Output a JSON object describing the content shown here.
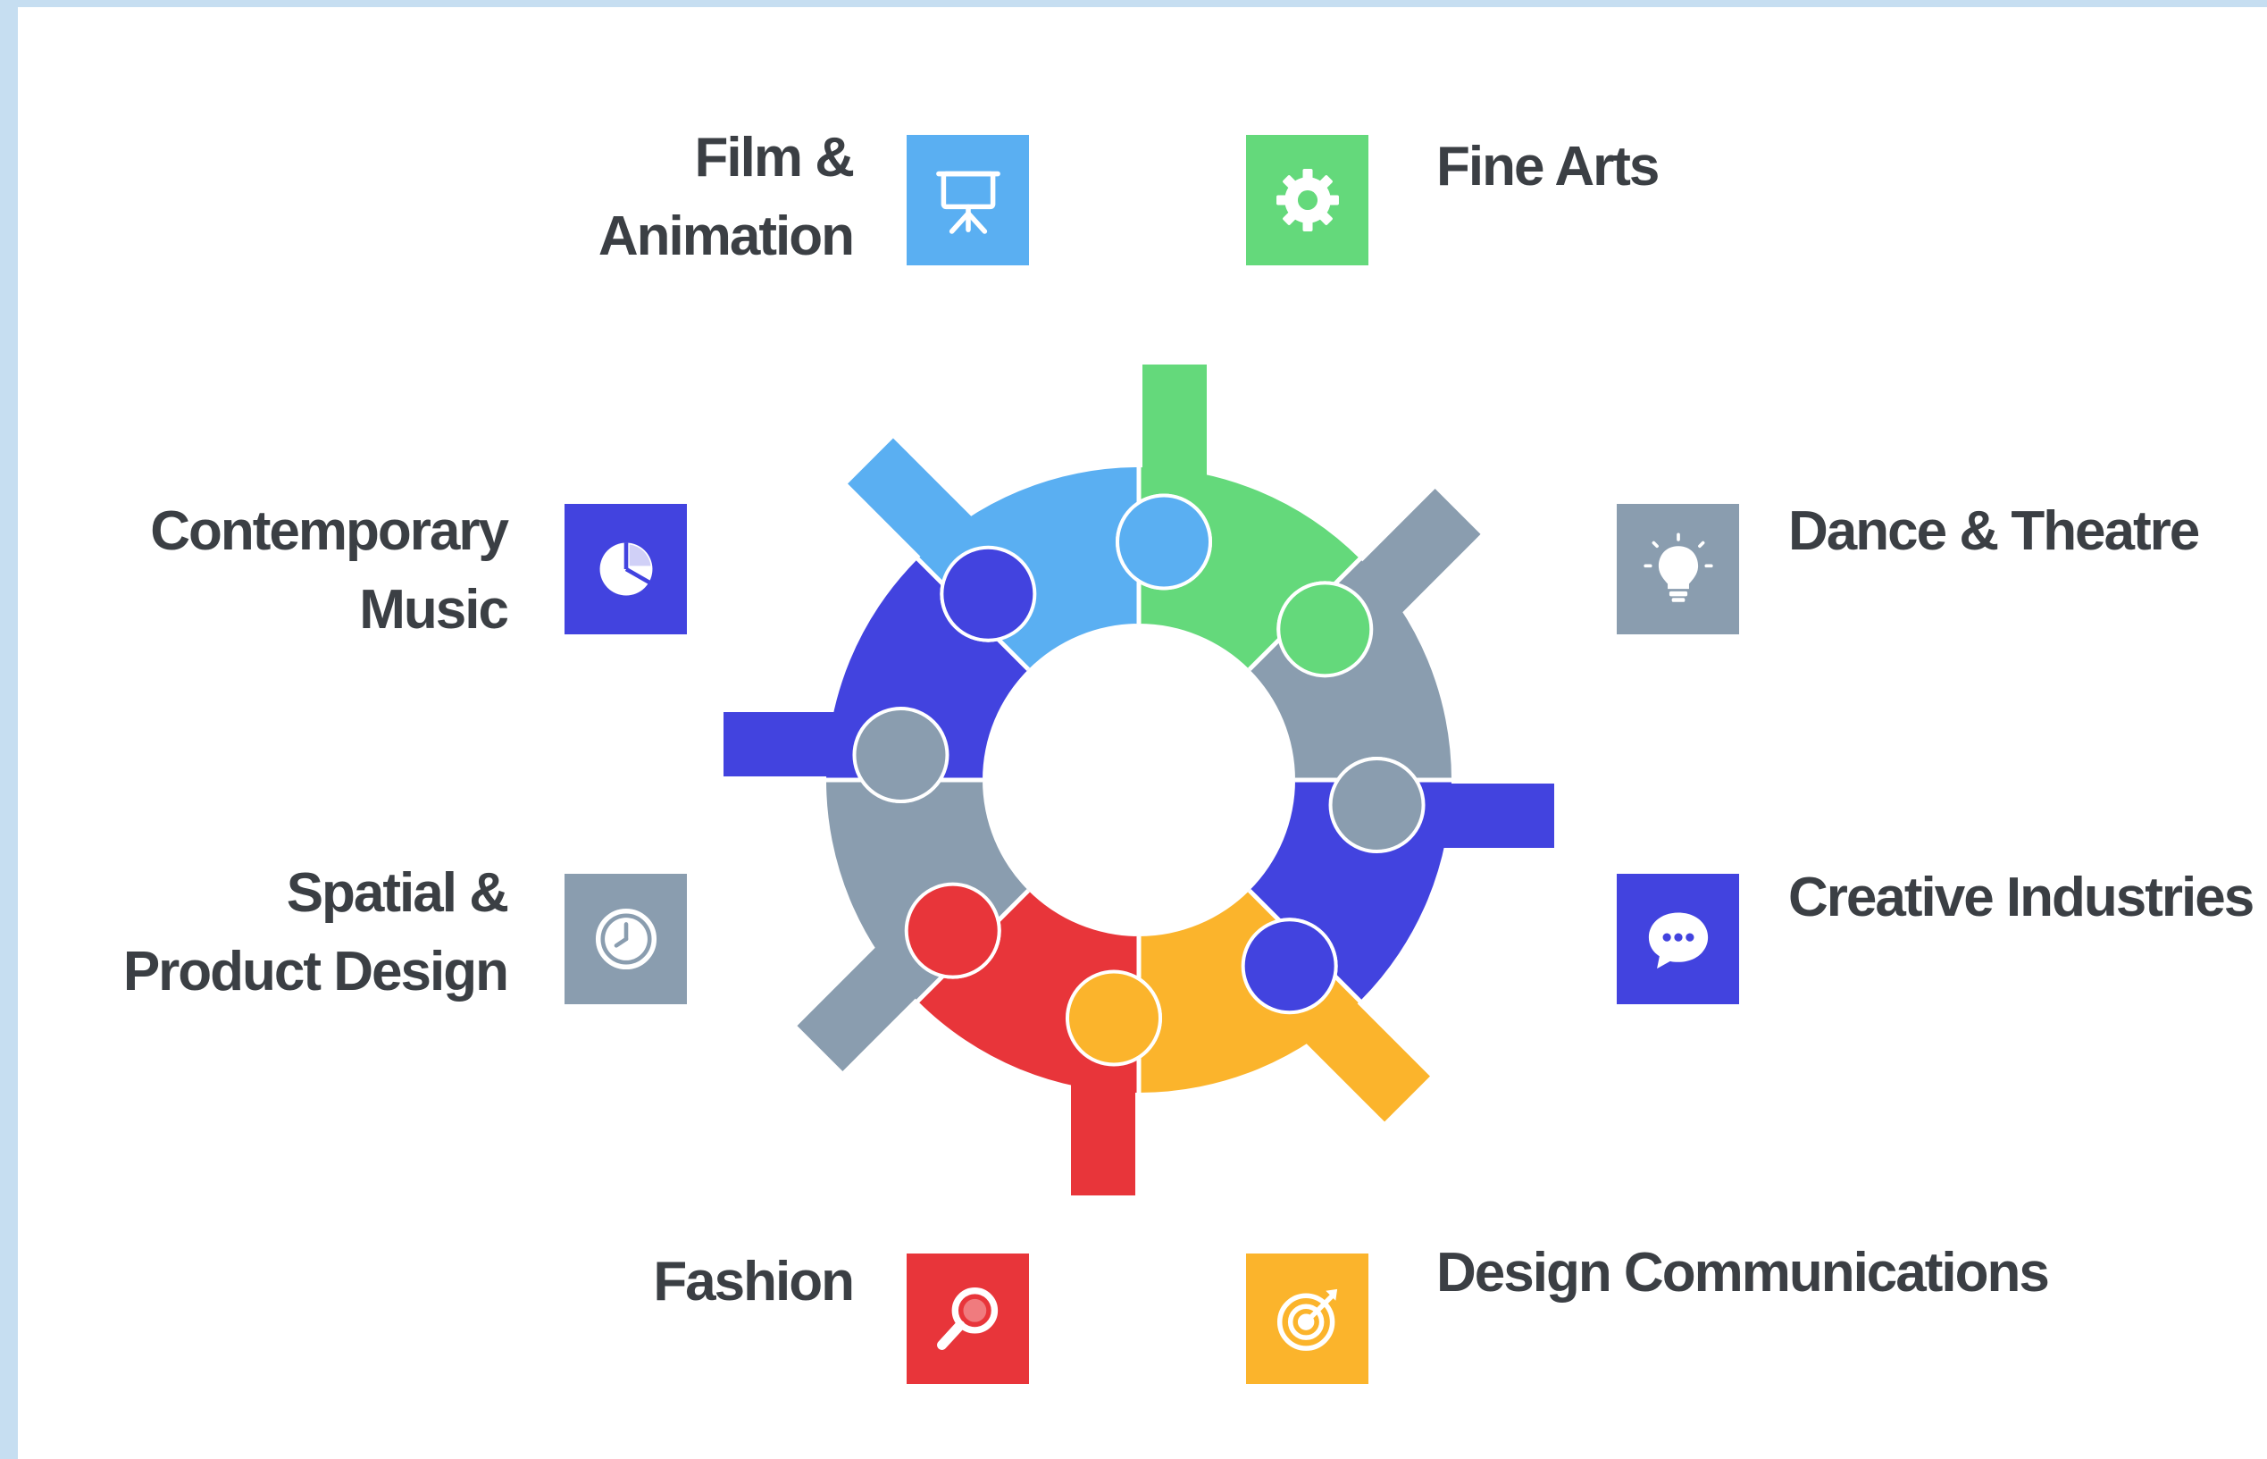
{
  "categories": [
    {
      "id": "film",
      "lines": [
        "Film &",
        "Animation"
      ],
      "color": "#5aaff2",
      "icon": "projector-screen-icon"
    },
    {
      "id": "fine-arts",
      "lines": [
        "Fine Arts"
      ],
      "color": "#64d97b",
      "icon": "gear-icon"
    },
    {
      "id": "dance",
      "lines": [
        "Dance & Theatre"
      ],
      "color": "#8a9daf",
      "icon": "lightbulb-icon"
    },
    {
      "id": "creative",
      "lines": [
        "Creative Industries"
      ],
      "color": "#4243df",
      "icon": "chat-bubble-icon"
    },
    {
      "id": "design-comm",
      "lines": [
        "Design Communications"
      ],
      "color": "#fbb42c",
      "icon": "target-icon"
    },
    {
      "id": "fashion",
      "lines": [
        "Fashion"
      ],
      "color": "#e8353a",
      "icon": "magnifier-icon"
    },
    {
      "id": "spatial",
      "lines": [
        "Spatial &",
        "Product Design"
      ],
      "color": "#8a9daf",
      "icon": "clock-icon"
    },
    {
      "id": "music",
      "lines": [
        "Contemporary",
        "Music"
      ],
      "color": "#4243df",
      "icon": "pie-chart-icon"
    }
  ]
}
